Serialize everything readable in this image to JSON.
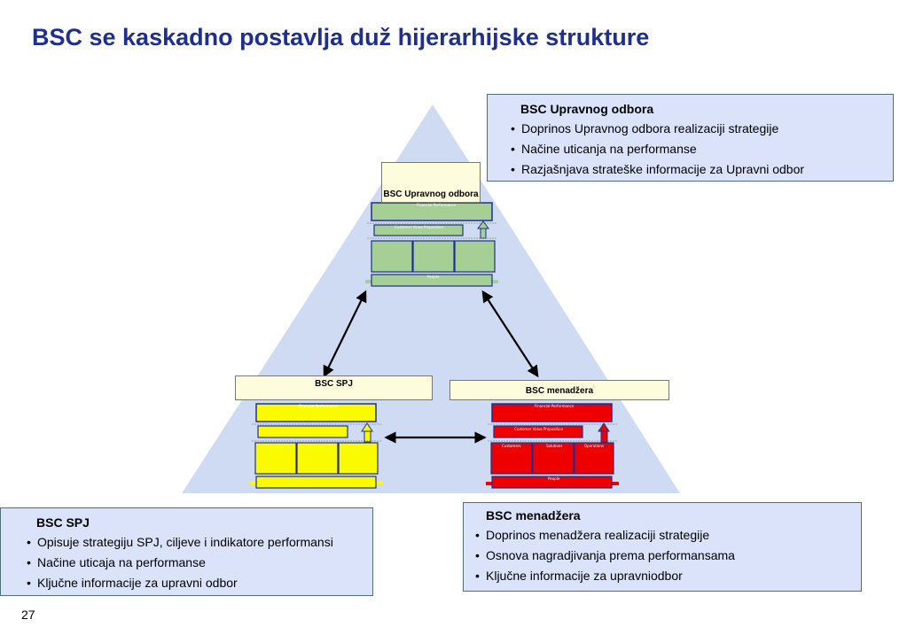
{
  "title": "BSC se kaskadno postavlja duž hijerarhijske strukture",
  "page_number": "27",
  "labels": {
    "board": "BSC Upravnog odbora",
    "spj": "BSC SPJ",
    "managers": "BSC menadžera"
  },
  "mini_card_text": {
    "financial": "Financial Performance",
    "customer": "Customer Value Proposition",
    "customers": "Customers",
    "solutions": "Solutions",
    "operations": "Operations",
    "people": "People"
  },
  "box_board": {
    "header": "BSC Upravnog odbora",
    "items": [
      "Doprinos Upravnog odbora realizaciji strategije",
      "Načine uticanja na performanse",
      "Razjašnjava strateške informacije za Upravni odbor"
    ]
  },
  "box_spj": {
    "header": "BSC SPJ",
    "items": [
      "Opisuje strategiju SPJ, ciljeve i indikatore performansi",
      "Načine uticaja na performanse",
      "Ključne informacije za upravni odbor"
    ]
  },
  "box_managers": {
    "header": "BSC menadžera",
    "items": [
      "Doprinos menadžera realizaciji strategije",
      "Osnova nagradjivanja prema performansama",
      "Ključne informacije za upravniodbor"
    ]
  },
  "colors": {
    "title": "#1f2f8f",
    "triangle": "#cfdaf3",
    "board_card": "#a6cf96",
    "spj_card": "#fafa00",
    "managers_card": "#ee0000",
    "box_fill": "#dbe3fb"
  }
}
